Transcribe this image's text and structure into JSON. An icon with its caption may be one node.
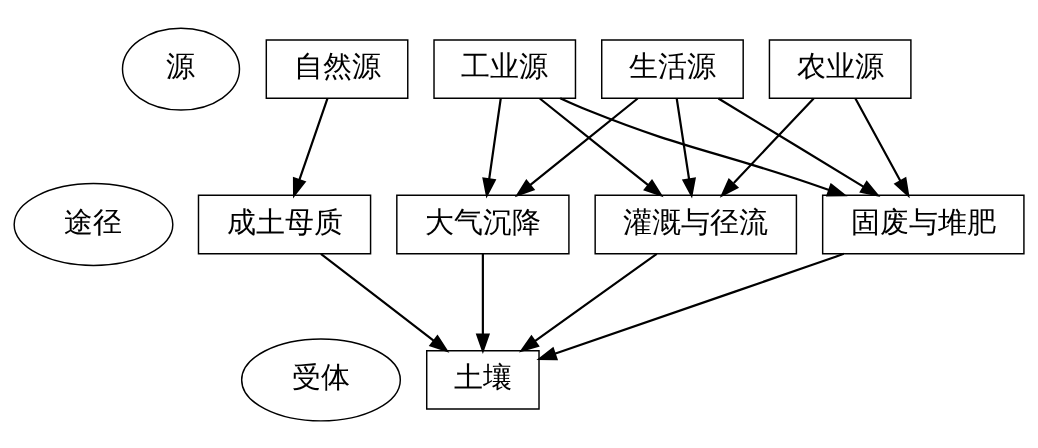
{
  "diagram": {
    "nodes": [
      {
        "text": [
          "源"
        ]
      },
      {
        "text": [
          "自然源"
        ]
      },
      {
        "text": [
          "工业源"
        ]
      },
      {
        "text": [
          "生活源"
        ]
      },
      {
        "text": [
          "农业源"
        ]
      },
      {
        "text": [
          "途径"
        ]
      },
      {
        "text": [
          "成土母质"
        ]
      },
      {
        "text": [
          "大气沉降"
        ]
      },
      {
        "text": [
          "灌溉与径流"
        ]
      },
      {
        "text": [
          "固废与堆肥"
        ]
      },
      {
        "text": [
          "受体"
        ]
      },
      {
        "text": [
          "土壤"
        ]
      }
    ],
    "edges": [
      {
        "from": 1,
        "to": 6,
        "arrow": "to"
      },
      {
        "from": 2,
        "to": 7,
        "arrow": "to"
      },
      {
        "from": 2,
        "to": 8,
        "arrow": "to"
      },
      {
        "from": 2,
        "to": 9,
        "arrow": "to"
      },
      {
        "from": 3,
        "to": 7,
        "arrow": "to"
      },
      {
        "from": 3,
        "to": 8,
        "arrow": "to"
      },
      {
        "from": 3,
        "to": 9,
        "arrow": "to"
      },
      {
        "from": 4,
        "to": 8,
        "arrow": "to"
      },
      {
        "from": 4,
        "to": 9,
        "arrow": "to"
      },
      {
        "from": 6,
        "to": 11,
        "arrow": "to"
      },
      {
        "from": 7,
        "to": 11,
        "arrow": "to"
      },
      {
        "from": 8,
        "to": 11,
        "arrow": "to"
      },
      {
        "from": 9,
        "to": 11,
        "arrow": "to"
      }
    ]
  }
}
